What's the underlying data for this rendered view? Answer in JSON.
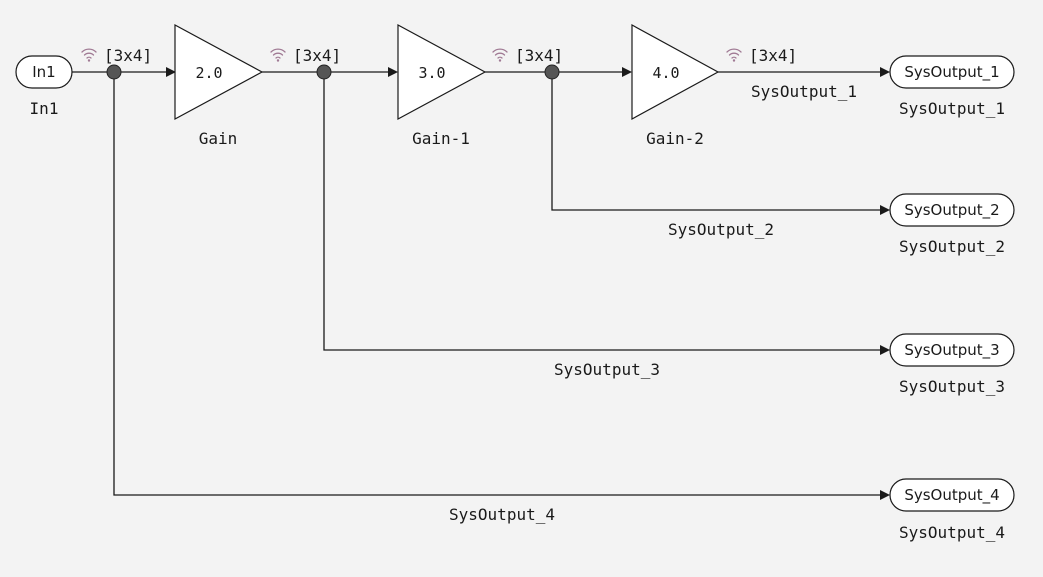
{
  "blocks": {
    "inport": {
      "text": "In1",
      "name": "In1"
    },
    "gain_1": {
      "value": "2.0",
      "name": "Gain"
    },
    "gain_2": {
      "value": "3.0",
      "name": "Gain-1"
    },
    "gain_3": {
      "value": "4.0",
      "name": "Gain-2"
    },
    "outports": [
      {
        "text": "SysOutput_1",
        "name": "SysOutput_1"
      },
      {
        "text": "SysOutput_2",
        "name": "SysOutput_2"
      },
      {
        "text": "SysOutput_3",
        "name": "SysOutput_3"
      },
      {
        "text": "SysOutput_4",
        "name": "SysOutput_4"
      }
    ]
  },
  "signals": {
    "dims": [
      "[3x4]",
      "[3x4]",
      "[3x4]",
      "[3x4]"
    ],
    "labels": [
      "SysOutput_1",
      "SysOutput_2",
      "SysOutput_3",
      "SysOutput_4"
    ]
  },
  "colors": {
    "background": "#f3f3f3",
    "line": "#1a1a1a",
    "junction": "#555555",
    "signal_icon": "#a07a94"
  },
  "icons": {
    "signal_logging": "wifi-icon"
  }
}
